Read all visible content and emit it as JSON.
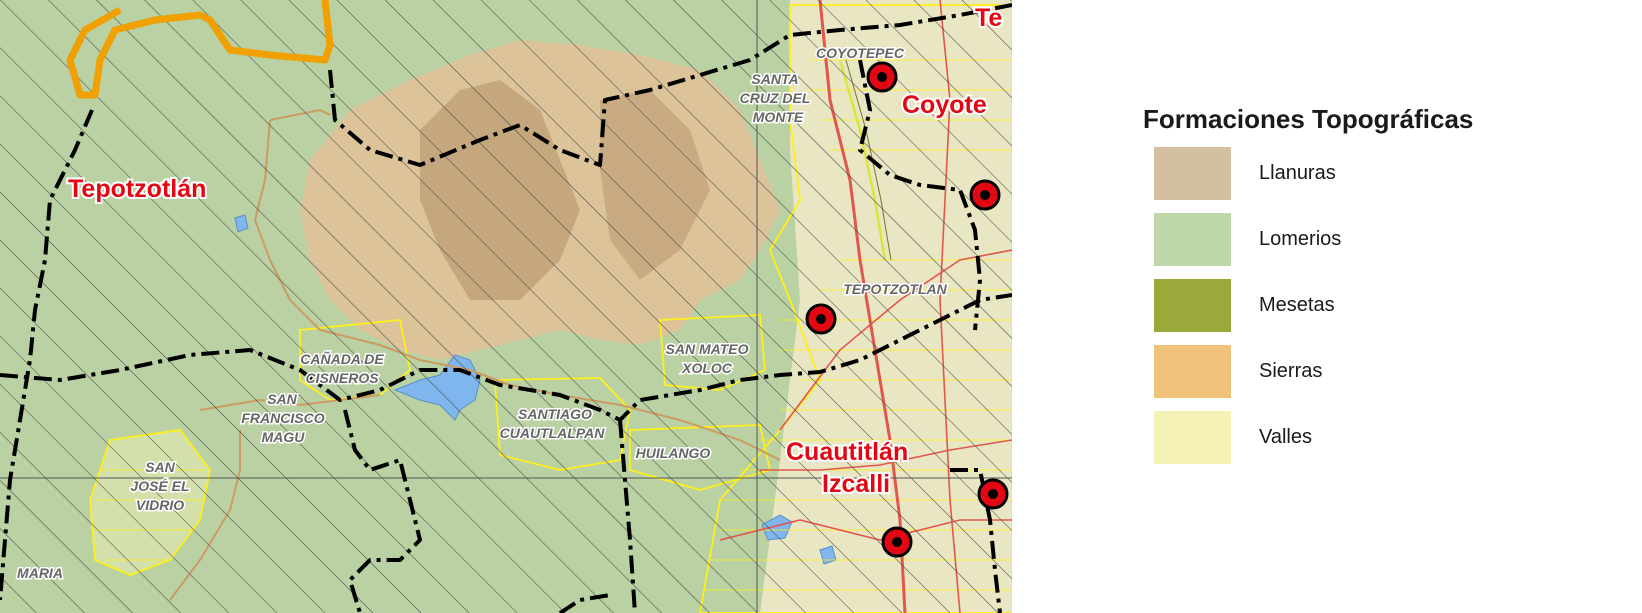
{
  "map": {
    "places": [
      {
        "name": "Tepotzotlán",
        "type": "municipality"
      },
      {
        "name": "Coyote",
        "type": "municipality"
      },
      {
        "name": "Te",
        "type": "municipality"
      },
      {
        "name": "Cuautitlán",
        "type": "municipality"
      },
      {
        "name": "Izcalli",
        "type": "municipality"
      }
    ],
    "localities": [
      {
        "name": "COYOTEPEC"
      },
      {
        "name": "SANTA"
      },
      {
        "name": "CRUZ DEL"
      },
      {
        "name": "MONTE"
      },
      {
        "name": "TEPOTZOTLAN"
      },
      {
        "name": "SAN MATEO"
      },
      {
        "name": "XOLOC"
      },
      {
        "name": "CAÑADA DE"
      },
      {
        "name": "CISNEROS"
      },
      {
        "name": "SAN"
      },
      {
        "name": "FRANCISCO"
      },
      {
        "name": "MAGU"
      },
      {
        "name": "SANTIAGO"
      },
      {
        "name": "CUAUTLALPAN"
      },
      {
        "name": "HUILANGO"
      },
      {
        "name": "SAN"
      },
      {
        "name": "JOSÉ EL"
      },
      {
        "name": "VIDRIO"
      },
      {
        "name": "MARIA"
      }
    ],
    "colors": {
      "lomerios": "#b9d1a3",
      "sierras": "#dcc39a",
      "sierra_shadow": "#b08f66",
      "valles": "#f3f1b6",
      "boundary": "#000000",
      "municipal_outline": "#f0a000",
      "roads": "#e2574c",
      "rivers": "#cc9b63",
      "water": "#7fb6ee",
      "urban_outline": "#ffef1a",
      "city_label": "#e30613",
      "locality_label": "#666666",
      "marker_fill": "#e30613"
    }
  },
  "legend": {
    "title": "Formaciones Topográficas",
    "items": [
      {
        "label": "Llanuras",
        "color": "#d4c0a0"
      },
      {
        "label": "Lomerios",
        "color": "#bdd8a6"
      },
      {
        "label": "Mesetas",
        "color": "#9aa93a"
      },
      {
        "label": "Sierras",
        "color": "#f0c27c"
      },
      {
        "label": "Valles",
        "color": "#f4f2b4"
      }
    ]
  }
}
